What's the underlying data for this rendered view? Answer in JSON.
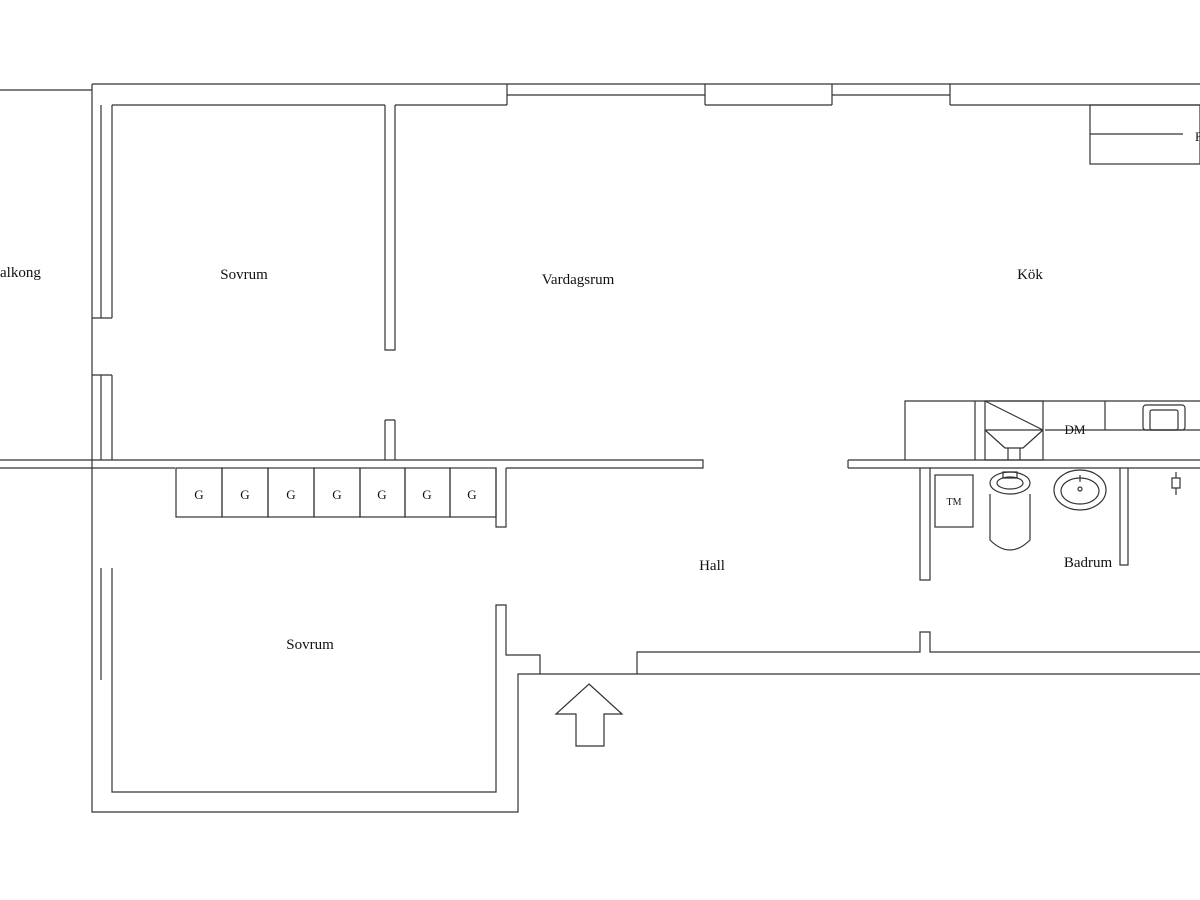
{
  "rooms": {
    "balkong": "alkong",
    "sovrum_top": "Sovrum",
    "vardagsrum": "Vardagsrum",
    "kok": "Kök",
    "hall": "Hall",
    "sovrum_bottom": "Sovrum",
    "badrum": "Badrum"
  },
  "fixtures": {
    "wardrobe_label": "G",
    "dishwasher": "DM",
    "washing_machine": "TM",
    "fridge_cut": "F"
  }
}
